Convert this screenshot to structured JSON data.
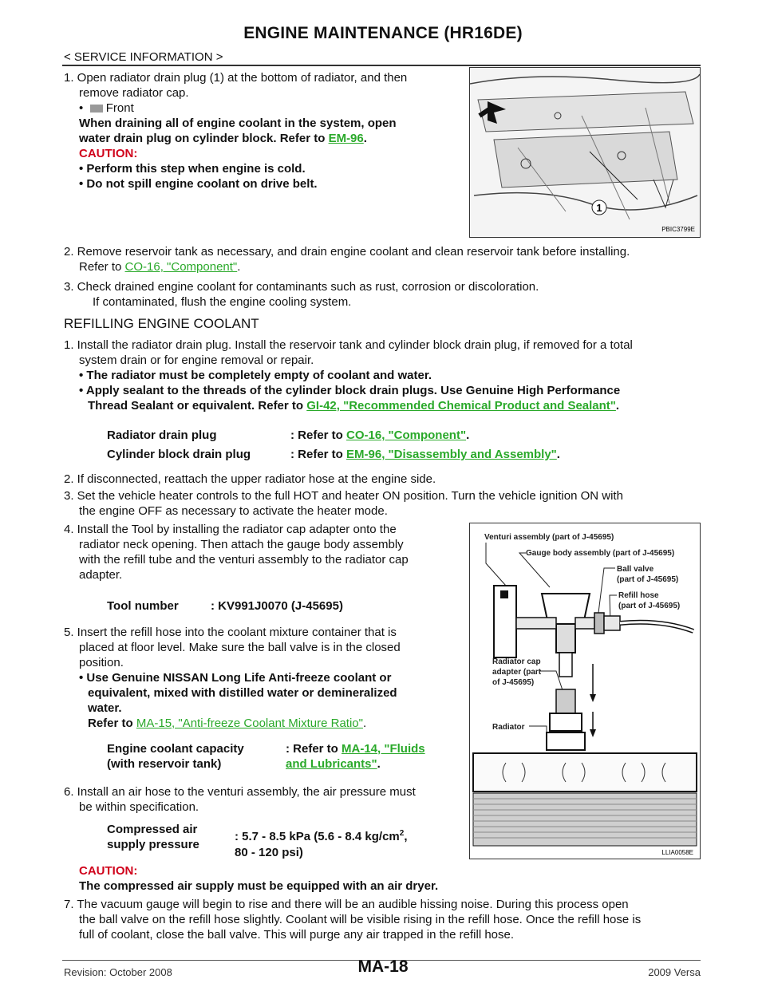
{
  "header": {
    "title": "ENGINE MAINTENANCE (HR16DE)",
    "breadcrumb": "< SERVICE INFORMATION >"
  },
  "steps": {
    "s1_a": "1.  Open radiator drain plug (1) at the bottom of radiator, and then",
    "s1_b": "remove radiator cap.",
    "s1_front": "Front",
    "s1_bold_a": "When draining all of engine coolant in the system, open",
    "s1_bold_b": "water drain plug on cylinder block. Refer to",
    "s1_link": "EM-96",
    "caution1": "CAUTION:",
    "caution1_a": "• Perform this step when engine is cold.",
    "caution1_b": "• Do not spill engine coolant on drive belt.",
    "s2_a": "2.  Remove reservoir tank as necessary, and drain engine coolant and clean reservoir tank before installing.",
    "s2_b": "Refer to",
    "s2_link": "CO-16, \"Component\"",
    "s3_a": "3.  Check drained engine coolant for contaminants such as rust, corrosion or discoloration.",
    "s3_b": "If contaminated, flush the engine cooling system.",
    "section": "REFILLING ENGINE COOLANT",
    "r1_a": "1.  Install the radiator drain plug. Install the reservoir tank and cylinder block drain plug, if removed for a total",
    "r1_b": "system drain or for engine removal or repair.",
    "r1_bullet1": "The radiator must be completely empty of coolant and water.",
    "r1_bullet2_a": "Apply sealant to the threads of the cylinder block drain plugs. Use Genuine High Performance",
    "r1_bullet2_b": "Thread Sealant or equivalent. Refer to",
    "r1_link": "GI-42, \"Recommended Chemical Product and Sealant\"",
    "spec1_label": "Radiator drain plug",
    "spec1_value": ": Refer to",
    "spec1_link": "CO-16, \"Component\"",
    "spec2_label": "Cylinder block drain plug",
    "spec2_value": ": Refer to",
    "spec2_link": "EM-96, \"Disassembly and Assembly\"",
    "r2": "2.  If disconnected, reattach the upper radiator hose at the engine side.",
    "r3_a": "3.  Set the vehicle heater controls to the full HOT and heater ON position. Turn the vehicle ignition ON with",
    "r3_b": "the engine OFF as necessary to activate the heater mode.",
    "r4_a": "4.  Install the Tool by installing the radiator cap adapter onto the",
    "r4_b": "radiator neck opening. Then attach the gauge body assembly",
    "r4_c": "with the refill tube and the venturi assembly to the radiator cap",
    "r4_d": "adapter.",
    "tool_label": "Tool number",
    "tool_value": ": KV991J0070 (J-45695)",
    "r5_a": "5.  Insert the refill hose into the coolant mixture container that is",
    "r5_b": "placed at floor level. Make sure the ball valve is in the closed",
    "r5_c": "position.",
    "r5_bold_a": "Use Genuine NISSAN Long Life Anti-freeze coolant or",
    "r5_bold_b": "equivalent, mixed with distilled water or demineralized",
    "r5_bold_c": "water.",
    "r5_refer": "Refer to",
    "r5_link": "MA-15, \"Anti-freeze Coolant Mixture Ratio\"",
    "cap_label_a": "Engine coolant capacity",
    "cap_label_b": "(with reservoir tank)",
    "cap_value": ": Refer to",
    "cap_link_a": "MA-14, \"Fluids",
    "cap_link_b": "and Lubricants\"",
    "r6_a": "6.  Install an air hose to the venturi assembly, the air pressure must",
    "r6_b": "be within specification.",
    "air_label_a": "Compressed air",
    "air_label_b": "supply pressure",
    "air_value_a": ": 5.7 - 8.5 kPa (5.6 - 8.4 kg/cm",
    "air_value_sup": "2",
    "air_value_a2": ",",
    "air_value_b": "80 - 120 psi)",
    "caution2": "CAUTION:",
    "caution2_text": "The compressed air supply must be equipped with an air dryer.",
    "r7_a": "7.  The vacuum gauge will begin to rise and there will be an audible hissing noise. During this process open",
    "r7_b": "the ball valve on the refill hose slightly. Coolant will be visible rising in the refill hose. Once the refill hose is",
    "r7_c": "full of coolant, close the ball valve. This will purge any air trapped in the refill hose."
  },
  "figure1": {
    "id": "PBIC3799E",
    "callout": "1"
  },
  "figure2": {
    "id": "LLIA0058E",
    "labels": {
      "venturi": "Venturi assembly (part of J-45695)",
      "gauge": "Gauge body assembly (part of J-45695)",
      "ball1": "Ball valve",
      "ball2": "(part of J-45695)",
      "refill1": "Refill hose",
      "refill2": "(part of J-45695)",
      "cap1": "Radiator cap",
      "cap2": "adapter (part",
      "cap3": "of J-45695)",
      "radiator": "Radiator"
    }
  },
  "footer": {
    "revision": "Revision: October 2008",
    "page": "MA-18",
    "model": "2009 Versa"
  },
  "colors": {
    "link": "#2aa92a",
    "caution": "#d0021b"
  }
}
